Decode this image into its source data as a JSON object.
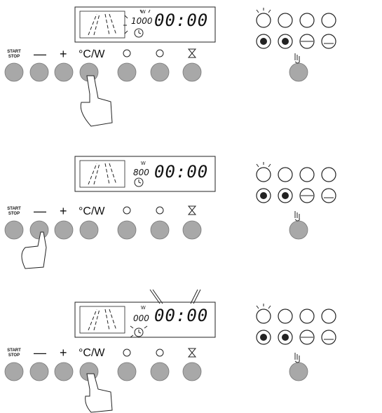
{
  "panels": [
    {
      "power": "1000",
      "time": "00:00",
      "w": "W",
      "start": "START",
      "stop": "STOP",
      "minus": "—",
      "plus": "+",
      "temp_watt": "°C/W"
    },
    {
      "power": "800",
      "time": "00:00",
      "w": "W",
      "start": "START",
      "stop": "STOP",
      "minus": "—",
      "plus": "+",
      "temp_watt": "°C/W"
    },
    {
      "power": "000",
      "time": "00:00",
      "w": "W",
      "start": "START",
      "stop": "STOP",
      "minus": "—",
      "plus": "+",
      "temp_watt": "°C/W"
    }
  ],
  "colors": {
    "button": "#a8a8a8",
    "button_stroke": "#777777",
    "line": "#222222"
  },
  "icons": [
    "convection-fan-icon",
    "defrost-icon",
    "fan-grill-icon",
    "hot-air-icon",
    "fan-bottom-heat-icon",
    "pizza-icon",
    "top-heat-icon",
    "bottom-heat-icon"
  ]
}
